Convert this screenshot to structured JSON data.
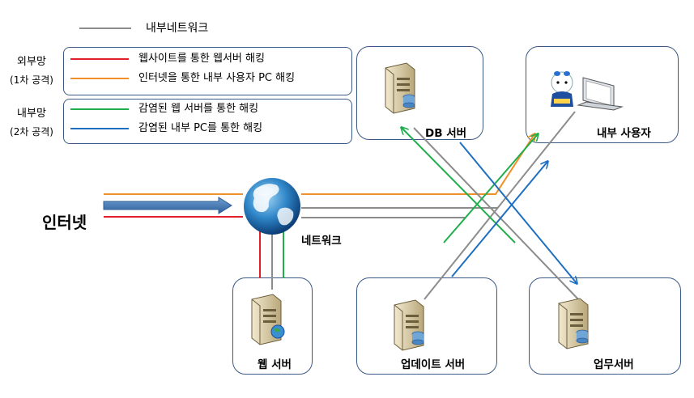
{
  "colors": {
    "internal": "#8c8c8c",
    "external_web": "#e0202a",
    "external_user": "#f0902a",
    "internal_web": "#1fae4c",
    "internal_pc": "#1e6fc0",
    "box_border": "#3b5a86"
  },
  "legend": {
    "internal_network": "내부네트워크",
    "external_group": {
      "title": "외부망",
      "subtitle": "(1차 공격)"
    },
    "internal_group": {
      "title": "내부망",
      "subtitle": "(2차 공격)"
    },
    "items": {
      "web_hack": "웹사이트를 통한 웹서버 해킹",
      "internet_pc_hack": "인터넷을 통한 내부 사용자 PC 해킹",
      "infected_web_hack": "감염된 웹 서버를 통한 해킹",
      "infected_pc_hack": "감염된 내부 PC를 통한 해킹"
    }
  },
  "nodes": {
    "internet": "인터넷",
    "network": "네트워크",
    "db_server": "DB 서버",
    "internal_user": "내부 사용자",
    "web_server": "웹 서버",
    "update_server": "업데이트 서버",
    "business_server": "업무서버"
  },
  "icons": {
    "globe": "globe-icon",
    "server": "server-icon",
    "user_pc": "user-laptop-icon"
  }
}
